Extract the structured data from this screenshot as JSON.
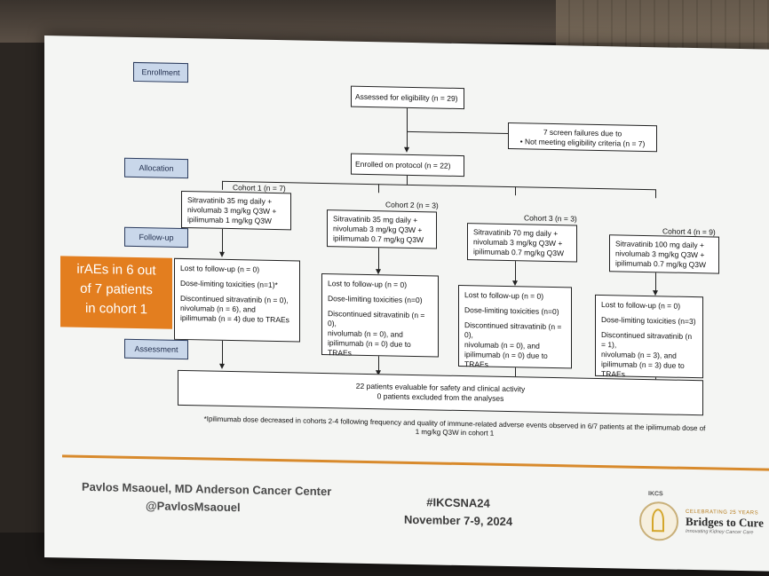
{
  "sections": {
    "enrollment": "Enrollment",
    "allocation": "Allocation",
    "follow_up": "Follow-up",
    "assessment": "Assessment"
  },
  "assessed": "Assessed for eligibility (n = 29)",
  "screen_failures": {
    "line1": "7 screen failures due to",
    "line2": "• Not meeting eligibility criteria (n = 7)"
  },
  "enrolled": "Enrolled on protocol (n = 22)",
  "cohorts": [
    {
      "label": "Cohort 1 (n = 7)",
      "treatment": [
        "Sitravatinib 35 mg daily +",
        "nivolumab 3 mg/kg Q3W +",
        "ipilimumab 1 mg/kg Q3W"
      ],
      "lost": "Lost to follow-up (n = 0)",
      "dlt": "Dose-limiting toxicities (n=1)*",
      "discontinued": [
        "Discontinued sitravatinib (n = 0),",
        "nivolumab (n = 6), and",
        "ipilimumab (n = 4) due to TRAEs"
      ]
    },
    {
      "label": "Cohort 2 (n = 3)",
      "treatment": [
        "Sitravatinib 35 mg daily +",
        "nivolumab 3 mg/kg Q3W +",
        "ipilimumab 0.7 mg/kg Q3W"
      ],
      "lost": "Lost to follow-up (n = 0)",
      "dlt": "Dose-limiting toxicities (n=0)",
      "discontinued": [
        "Discontinued sitravatinib (n = 0),",
        "nivolumab (n = 0), and",
        "ipilimumab (n = 0) due to TRAEs"
      ]
    },
    {
      "label": "Cohort 3 (n = 3)",
      "treatment": [
        "Sitravatinib 70 mg daily +",
        "nivolumab 3 mg/kg Q3W +",
        "ipilimumab 0.7 mg/kg Q3W"
      ],
      "lost": "Lost to follow-up (n = 0)",
      "dlt": "Dose-limiting toxicities (n=0)",
      "discontinued": [
        "Discontinued sitravatinib (n = 0),",
        "nivolumab (n = 0), and",
        "ipilimumab (n = 0) due to TRAEs"
      ]
    },
    {
      "label": "Cohort 4 (n = 9)",
      "treatment": [
        "Sitravatinib 100 mg daily +",
        "nivolumab 3 mg/kg Q3W +",
        "ipilimumab 0.7 mg/kg Q3W"
      ],
      "lost": "Lost to follow-up (n = 0)",
      "dlt": "Dose-limiting toxicities (n=3)",
      "discontinued": [
        "Discontinued sitravatinib (n = 1),",
        "nivolumab (n = 3), and",
        "ipilimumab (n = 3) due to TRAEs"
      ]
    }
  ],
  "callout": [
    "irAEs in 6 out",
    "of 7 patients",
    "in cohort 1"
  ],
  "evaluable": [
    "22 patients evaluable for safety and clinical activity",
    "0 patients excluded from the analyses"
  ],
  "footnote": [
    "*Ipilimumab dose decreased in cohorts 2-4 following frequency and quality of immune-related adverse events observed in 6/7 patients at the ipilimumab dose of",
    "1 mg/kg Q3W in cohort 1"
  ],
  "footer": {
    "presenter": "Pavlos Msaouel, MD Anderson Cancer Center",
    "handle": "@PavlosMsaouel",
    "hashtag": "#IKCSNA24",
    "dates": "November 7-9, 2024",
    "logo_seal": "IKCS",
    "logo_celebrating": "CELEBRATING 25 YEARS",
    "logo_name": "Bridges to Cure",
    "logo_tagline": "Innovating Kidney Cancer Care"
  },
  "colors": {
    "callout": "#e37e1f",
    "section_label": "#c9d7ea",
    "footer_rule": "#d88a2c"
  }
}
